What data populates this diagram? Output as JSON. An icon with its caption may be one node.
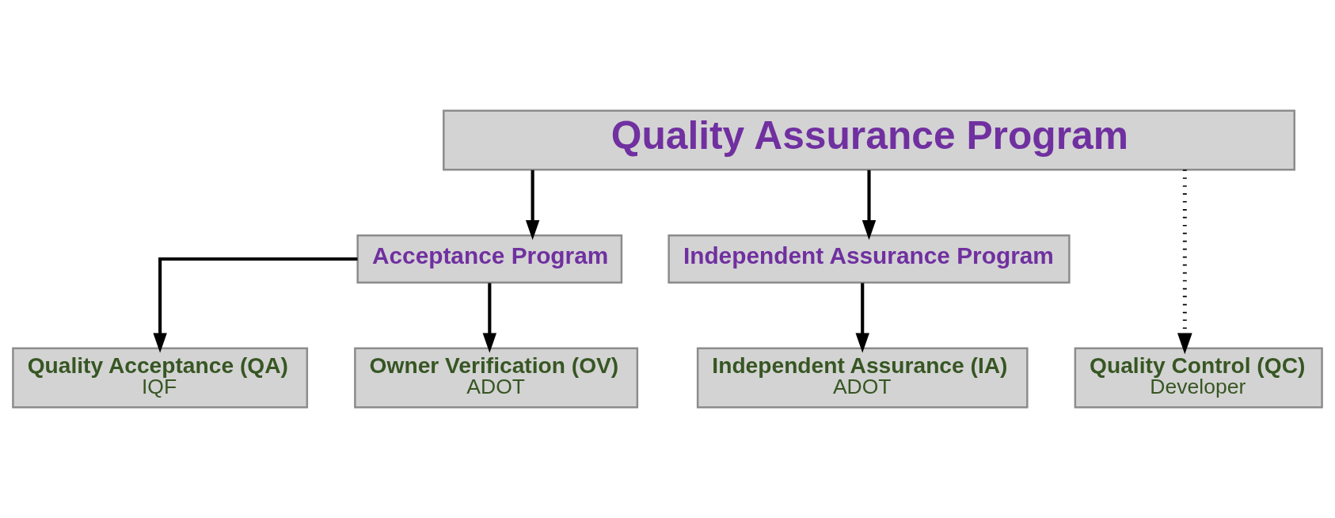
{
  "diagram": {
    "nodes": [
      {
        "text": [
          "Quality Assurance Program"
        ]
      },
      {
        "text": [
          "Acceptance Program"
        ]
      },
      {
        "text": [
          "Independent Assurance Program"
        ]
      },
      {
        "text": [
          "Quality Acceptance (QA)",
          "IQF"
        ]
      },
      {
        "text": [
          "Owner Verification (OV)",
          "ADOT"
        ]
      },
      {
        "text": [
          "Independent Assurance (IA)",
          "ADOT"
        ]
      },
      {
        "text": [
          "Quality Control (QC)",
          "Developer"
        ]
      }
    ],
    "edges": [
      {
        "from": 0,
        "to": 1,
        "arrow": "to"
      },
      {
        "from": 0,
        "to": 2,
        "arrow": "to"
      },
      {
        "from": 0,
        "to": 6,
        "arrow": "to",
        "style": "dashed"
      },
      {
        "from": 1,
        "to": 3,
        "arrow": "to"
      },
      {
        "from": 1,
        "to": 4,
        "arrow": "to"
      },
      {
        "from": 2,
        "to": 5,
        "arrow": "to"
      }
    ]
  }
}
